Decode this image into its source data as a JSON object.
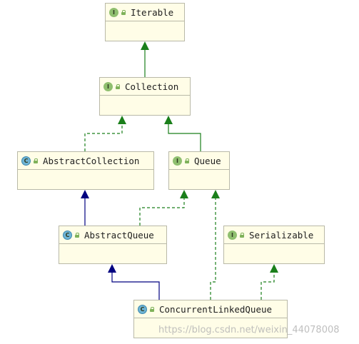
{
  "diagram": {
    "nodes": [
      {
        "id": "iterable",
        "kind": "I",
        "name": "Iterable"
      },
      {
        "id": "collection",
        "kind": "I",
        "name": "Collection"
      },
      {
        "id": "abstractcollection",
        "kind": "C",
        "name": "AbstractCollection"
      },
      {
        "id": "queue",
        "kind": "I",
        "name": "Queue"
      },
      {
        "id": "abstractqueue",
        "kind": "C",
        "name": "AbstractQueue"
      },
      {
        "id": "serializable",
        "kind": "I",
        "name": "Serializable"
      },
      {
        "id": "concurrentlinkedqueue",
        "kind": "C",
        "name": "ConcurrentLinkedQueue"
      }
    ],
    "edges": [
      {
        "from": "collection",
        "to": "iterable",
        "type": "extends"
      },
      {
        "from": "abstractcollection",
        "to": "collection",
        "type": "implements"
      },
      {
        "from": "queue",
        "to": "collection",
        "type": "extends"
      },
      {
        "from": "abstractqueue",
        "to": "abstractcollection",
        "type": "extends-class"
      },
      {
        "from": "abstractqueue",
        "to": "queue",
        "type": "implements"
      },
      {
        "from": "concurrentlinkedqueue",
        "to": "abstractqueue",
        "type": "extends-class"
      },
      {
        "from": "concurrentlinkedqueue",
        "to": "queue",
        "type": "implements"
      },
      {
        "from": "concurrentlinkedqueue",
        "to": "serializable",
        "type": "implements"
      }
    ],
    "colors": {
      "interface_edge": "#1a7f1a",
      "class_edge": "#000080",
      "node_fill": "#fffde7",
      "node_border": "#b9b9a8"
    }
  },
  "watermark": "https://blog.csdn.net/weixin_44078008"
}
